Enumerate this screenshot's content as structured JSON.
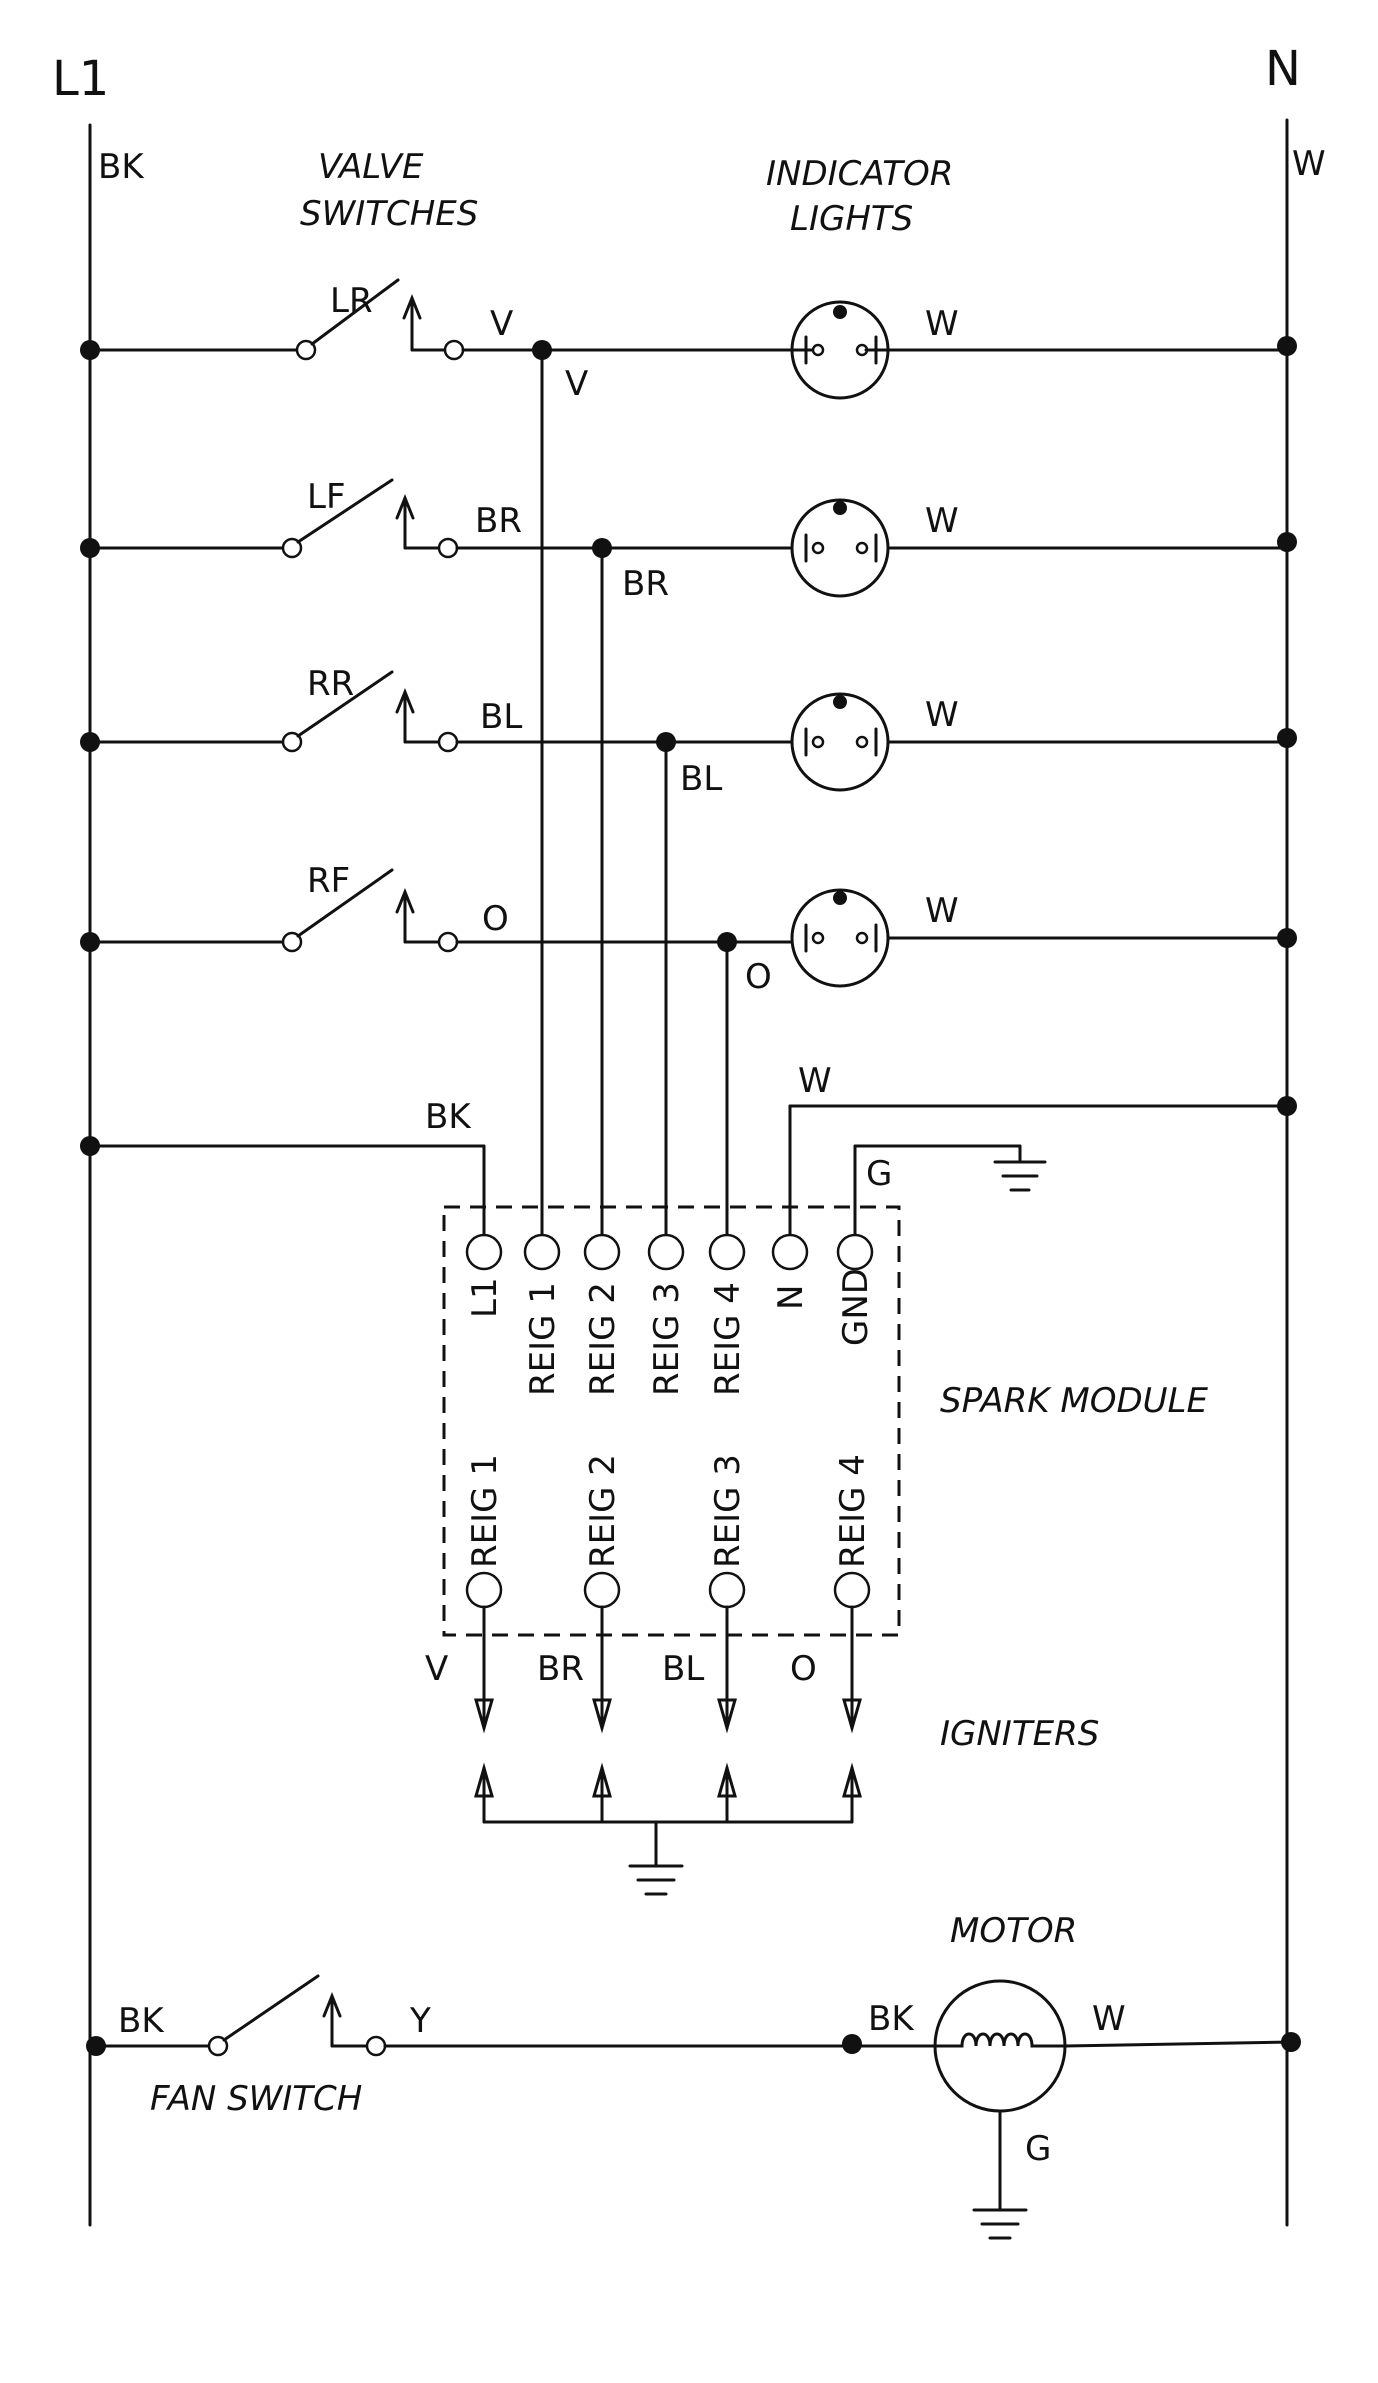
{
  "rails": {
    "left": "L1",
    "right": "N",
    "left_wire": "BK",
    "right_wire": "W"
  },
  "headings": {
    "valve_1": "VALVE",
    "valve_2": "SWITCHES",
    "ind_1": "INDICATOR",
    "ind_2": "LIGHTS",
    "spark": "SPARK MODULE",
    "igniters": "IGNITERS",
    "motor": "MOTOR",
    "fan": "FAN SWITCH"
  },
  "rows": [
    {
      "switch": "LR",
      "wire": "V",
      "drop": "V",
      "lamp_wire": "W"
    },
    {
      "switch": "LF",
      "wire": "BR",
      "drop": "BR",
      "lamp_wire": "W"
    },
    {
      "switch": "RR",
      "wire": "BL",
      "drop": "BL",
      "lamp_wire": "W"
    },
    {
      "switch": "RF",
      "wire": "O",
      "drop": "O",
      "lamp_wire": "W"
    }
  ],
  "feeds": {
    "l1": "BK",
    "n": "W",
    "gnd": "G"
  },
  "module_top": [
    "L1",
    "REIG 1",
    "REIG 2",
    "REIG 3",
    "REIG 4",
    "N",
    "GND"
  ],
  "module_bottom": [
    "REIG 1",
    "REIG 2",
    "REIG 3",
    "REIG 4"
  ],
  "igniter_wires": [
    "V",
    "BR",
    "BL",
    "O"
  ],
  "fan_row": {
    "bk": "BK",
    "y": "Y",
    "motor_bk": "BK",
    "motor_w": "W",
    "motor_g": "G"
  }
}
